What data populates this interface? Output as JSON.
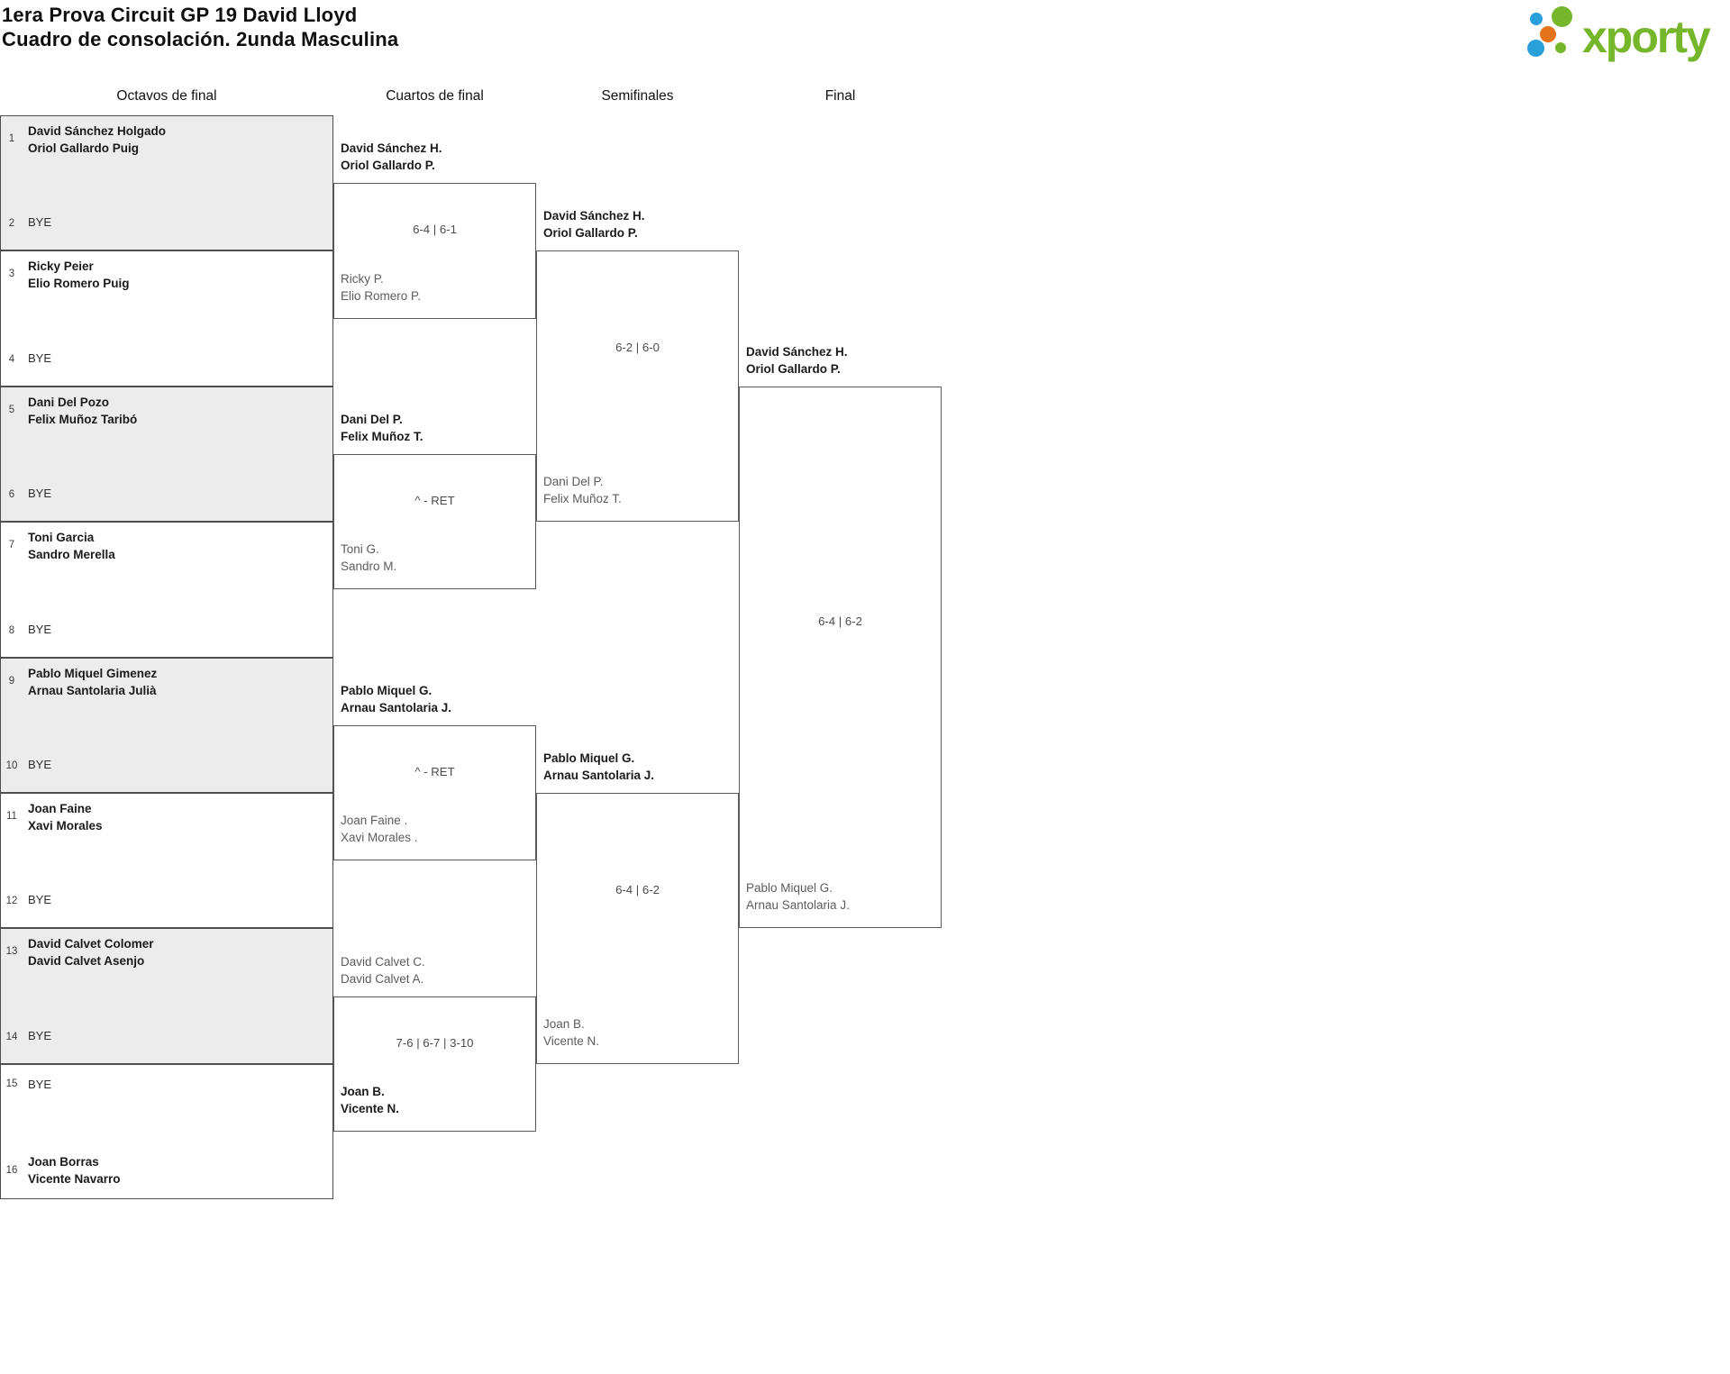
{
  "title": {
    "line1": "1era Prova Circuit GP 19 David Lloyd",
    "line2": "Cuadro de consolación. 2unda Masculina"
  },
  "logo": {
    "text": "xporty",
    "green": "#76b62a",
    "blue": "#29a0da",
    "orange": "#e5731a"
  },
  "columns": {
    "r16": "Octavos de final",
    "qf": "Cuartos de final",
    "sf": "Semifinales",
    "final": "Final"
  },
  "r16": [
    {
      "num": "1",
      "line1": "David Sánchez Holgado",
      "line2": "Oriol Gallardo Puig"
    },
    {
      "num": "2",
      "bye": "BYE"
    },
    {
      "num": "3",
      "line1": "Ricky Peier",
      "line2": "Elio Romero Puig"
    },
    {
      "num": "4",
      "bye": "BYE"
    },
    {
      "num": "5",
      "line1": "Dani Del Pozo",
      "line2": "Felix Muñoz Taribó"
    },
    {
      "num": "6",
      "bye": "BYE"
    },
    {
      "num": "7",
      "line1": "Toni Garcia",
      "line2": "Sandro Merella"
    },
    {
      "num": "8",
      "bye": "BYE"
    },
    {
      "num": "9",
      "line1": "Pablo Miquel Gimenez",
      "line2": "Arnau Santolaria Julià"
    },
    {
      "num": "10",
      "bye": "BYE"
    },
    {
      "num": "11",
      "line1": "Joan Faine",
      "line2": "Xavi Morales"
    },
    {
      "num": "12",
      "bye": "BYE"
    },
    {
      "num": "13",
      "line1": "David Calvet Colomer",
      "line2": "David Calvet Asenjo"
    },
    {
      "num": "14",
      "bye": "BYE"
    },
    {
      "num": "15",
      "bye": "BYE"
    },
    {
      "num": "16",
      "line1": "Joan Borras",
      "line2": "Vicente Navarro"
    }
  ],
  "qf": [
    {
      "top1": "David Sánchez H.",
      "top2": "Oriol Gallardo P.",
      "score": "6-4 | 6-1",
      "bot1": "Ricky P.",
      "bot2": "Elio Romero P.",
      "winner": "top"
    },
    {
      "top1": "Dani Del P.",
      "top2": "Felix Muñoz T.",
      "score": "^ - RET",
      "bot1": "Toni G.",
      "bot2": "Sandro M.",
      "winner": "top"
    },
    {
      "top1": "Pablo Miquel G.",
      "top2": "Arnau Santolaria J.",
      "score": "^ - RET",
      "bot1": "Joan Faine .",
      "bot2": "Xavi Morales .",
      "winner": "top"
    },
    {
      "top1": "David Calvet C.",
      "top2": "David Calvet A.",
      "score": "7-6 | 6-7 | 3-10",
      "bot1": "Joan B.",
      "bot2": "Vicente N.",
      "winner": "bottom"
    }
  ],
  "sf": [
    {
      "top1": "David Sánchez H.",
      "top2": "Oriol Gallardo P.",
      "score": "6-2 | 6-0",
      "bot1": "Dani Del P.",
      "bot2": "Felix Muñoz T.",
      "winner": "top"
    },
    {
      "top1": "Pablo Miquel G.",
      "top2": "Arnau Santolaria J.",
      "score": "6-4 | 6-2",
      "bot1": "Joan B.",
      "bot2": "Vicente N.",
      "winner": "top"
    }
  ],
  "final": [
    {
      "top1": "David Sánchez H.",
      "top2": "Oriol Gallardo P.",
      "score": "6-4 | 6-2",
      "bot1": "Pablo Miquel G.",
      "bot2": "Arnau Santolaria J.",
      "winner": "top"
    }
  ]
}
